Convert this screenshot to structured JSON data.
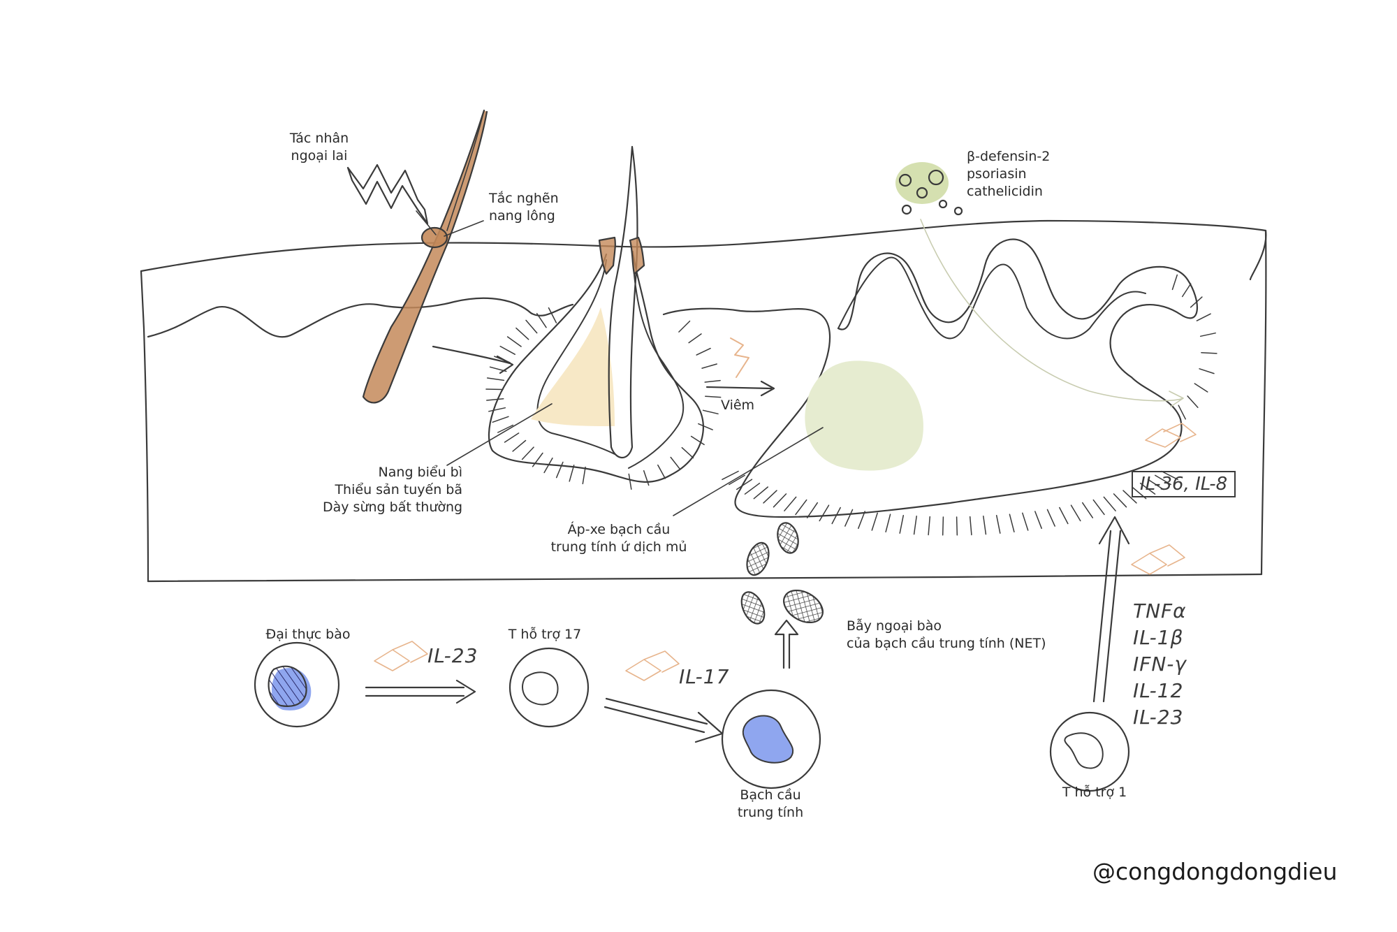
{
  "labels": {
    "foreign_agent": [
      "Tác nhân",
      "ngoại lai"
    ],
    "follicle_block": [
      "Tắc nghẽn",
      "nang lông"
    ],
    "peptides": [
      "β-defensin-2",
      "psoriasin",
      "cathelicidin"
    ],
    "epidermal_cyst": [
      "Nang biểu bì",
      "Thiểu sản tuyến bã",
      "Dày sừng bất thường"
    ],
    "inflammation": "Viêm",
    "abscess": [
      "Áp-xe bạch cầu",
      "trung tính ứ dịch mủ"
    ],
    "macrophage": "Đại thực bào",
    "th17": "T hỗ trợ 17",
    "neutrophil": [
      "Bạch cầu",
      "trung tính"
    ],
    "net": [
      "Bẫy ngoại bào",
      "của bạch cầu trung tính (NET)"
    ],
    "th1": "T hỗ trợ 1"
  },
  "cytokines": {
    "il23": "IL-23",
    "il17": "IL-17",
    "box": "IL-36, IL-8",
    "th1_list": [
      "TNFα",
      "IL-1β",
      "IFN-γ",
      "IL-12",
      "IL-23"
    ]
  },
  "credit": "@congdongdongdieu",
  "colors": {
    "line": "#3a3a3a",
    "hair": "#c48a5a",
    "cyst_fill": "#f7e8c6",
    "abscess_fill": "#e6ecd0",
    "nucleus": "#8fa6ef",
    "cytokine_sketch": "#e7b48c",
    "peptide_fill": "#d5e0b0"
  }
}
